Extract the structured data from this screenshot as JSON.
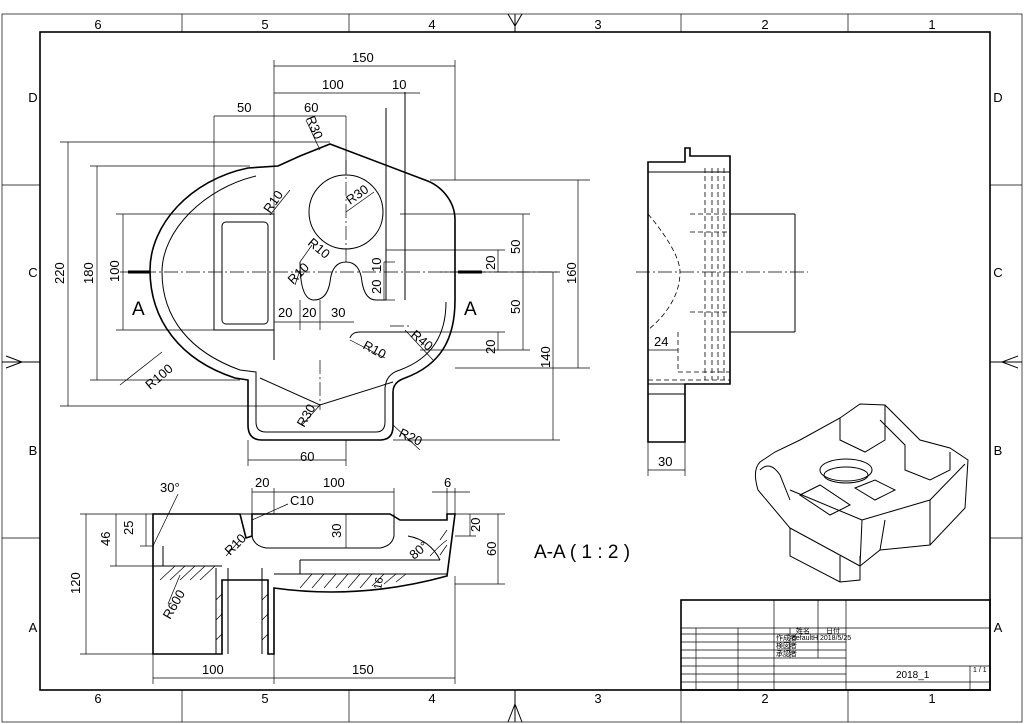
{
  "frame": {
    "columns": [
      "6",
      "5",
      "4",
      "3",
      "2",
      "1"
    ],
    "rows": [
      "D",
      "C",
      "B",
      "A"
    ]
  },
  "plan_view": {
    "dims": [
      "150",
      "100",
      "10",
      "50",
      "60",
      "220",
      "180",
      "100",
      "160",
      "50",
      "50",
      "20",
      "20",
      "10",
      "20",
      "140",
      "20",
      "20",
      "30",
      "60"
    ],
    "radii": [
      "R30",
      "R10",
      "R30",
      "R10",
      "R10",
      "R40",
      "R10",
      "R100",
      "R30",
      "R20"
    ],
    "section_mark": "A"
  },
  "side_view": {
    "dims": [
      "24",
      "30"
    ]
  },
  "section_view": {
    "dims": [
      "20",
      "100",
      "6",
      "25",
      "46",
      "120",
      "30",
      "20",
      "60",
      "100",
      "150",
      "16"
    ],
    "labels": [
      "30°",
      "C10",
      "R10",
      "R600",
      "80°"
    ],
    "title": "A-A ( 1 : 2 )"
  },
  "title_block": {
    "drawing_no": "2018_1",
    "sheet": "1 / 1",
    "header_cells": [
      "姓名",
      "日付"
    ],
    "row_labels": [
      "作成者",
      "検図者",
      "承認者"
    ],
    "tiny_text": [
      "defaultH",
      "2018/5/25"
    ]
  }
}
